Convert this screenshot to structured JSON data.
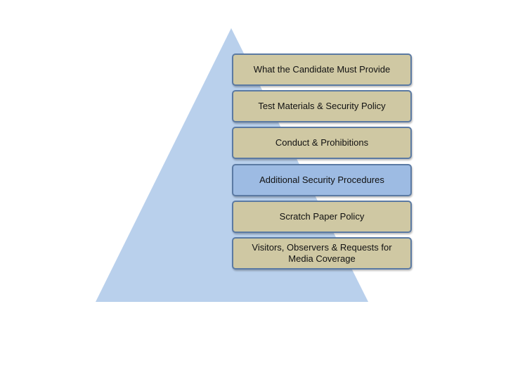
{
  "diagram": {
    "colors": {
      "pyramid_fill": "#b9d0ec",
      "box_tan": "#cfc8a3",
      "box_highlight": "#9dbbe3",
      "box_border": "#5b7aa3"
    },
    "items": [
      {
        "label": "What the Candidate Must Provide"
      },
      {
        "label": "Test Materials & Security Policy"
      },
      {
        "label": "Conduct & Prohibitions"
      },
      {
        "label": "Additional Security Procedures",
        "highlighted": true
      },
      {
        "label": "Scratch Paper Policy"
      },
      {
        "label": "Visitors, Observers & Requests for Media Coverage"
      }
    ]
  }
}
